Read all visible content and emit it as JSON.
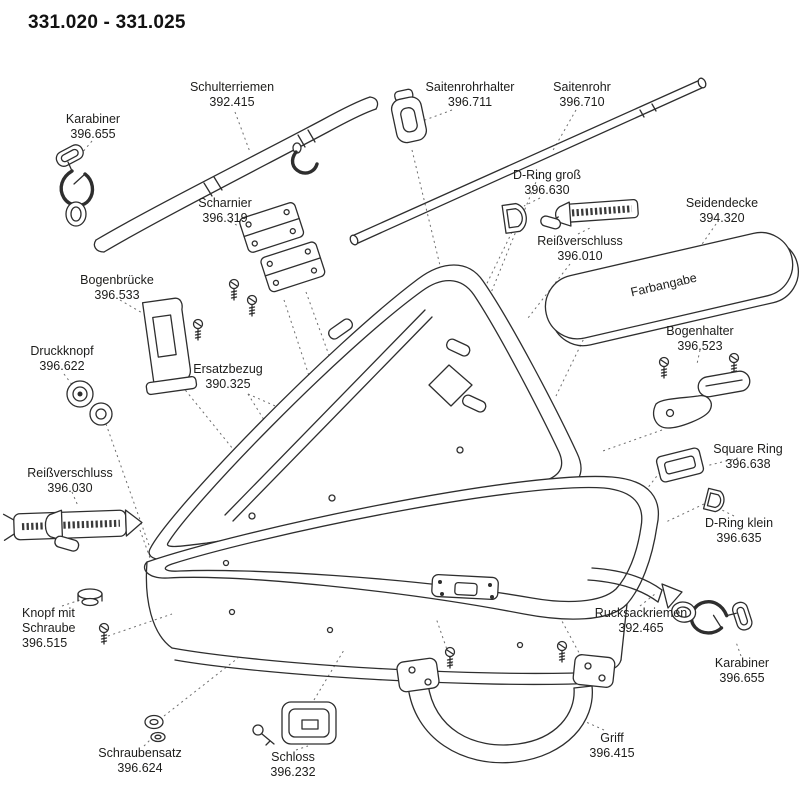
{
  "title": "331.020 - 331.025",
  "cover_text": "Farbangabe",
  "parts": [
    {
      "name": "Karabiner",
      "number": "396.655"
    },
    {
      "name": "Schulterriemen",
      "number": "392.415"
    },
    {
      "name": "Saitenrohrhalter",
      "number": "396.711"
    },
    {
      "name": "Saitenrohr",
      "number": "396.710"
    },
    {
      "name": "Scharnier",
      "number": "396.319"
    },
    {
      "name": "D-Ring groß",
      "number": "396.630"
    },
    {
      "name": "Seidendecke",
      "number": "394.320"
    },
    {
      "name": "Reißverschluss",
      "number": "396.010"
    },
    {
      "name": "Bogenbrücke",
      "number": "396.533"
    },
    {
      "name": "Bogenhalter",
      "number": "396.523"
    },
    {
      "name": "Druckknopf",
      "number": "396.622"
    },
    {
      "name": "Ersatzbezug",
      "number": "390.325"
    },
    {
      "name": "Square Ring",
      "number": "396.638"
    },
    {
      "name": "Reißverschluss",
      "number": "396.030"
    },
    {
      "name": "D-Ring klein",
      "number": "396.635"
    },
    {
      "name": "Knopf mit Schraube",
      "number": "396.515"
    },
    {
      "name": "Rucksackriemen",
      "number": "392.465"
    },
    {
      "name": "Karabiner",
      "number": "396.655"
    },
    {
      "name": "Schraubensatz",
      "number": "396.624"
    },
    {
      "name": "Schloss",
      "number": "396.232"
    },
    {
      "name": "Griff",
      "number": "396.415"
    }
  ]
}
